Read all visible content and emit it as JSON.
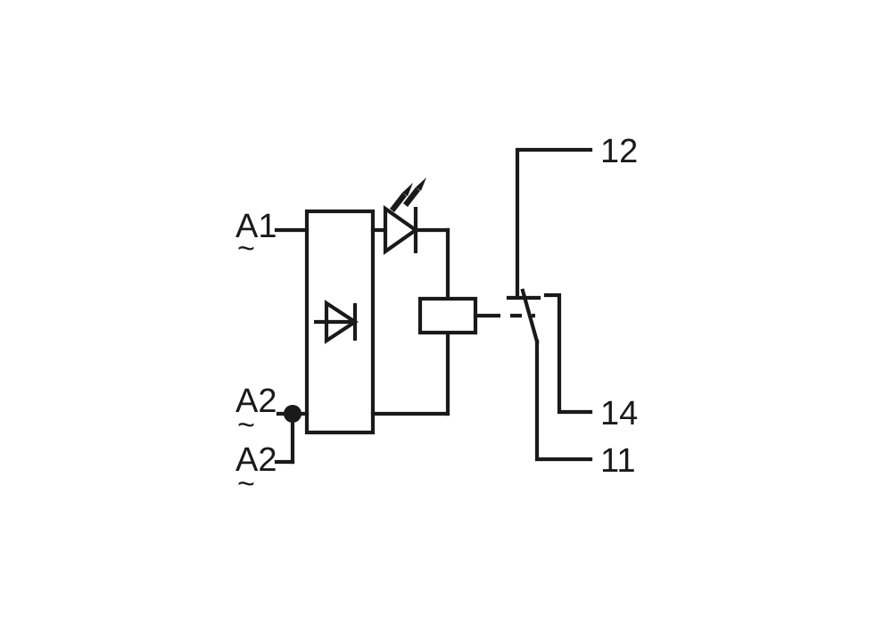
{
  "diagram": {
    "title": "Relay module schematic",
    "type": "electrical-schematic",
    "stroke_color": "#1a1a1a",
    "background_color": "#ffffff",
    "input_terminals": [
      {
        "id": "a1",
        "label": "A1",
        "ac_symbol": "~"
      },
      {
        "id": "a2_upper",
        "label": "A2",
        "ac_symbol": "~"
      },
      {
        "id": "a2_lower",
        "label": "A2",
        "ac_symbol": "~"
      }
    ],
    "output_terminals": [
      {
        "id": "t12",
        "label": "12"
      },
      {
        "id": "t14",
        "label": "14"
      },
      {
        "id": "t11",
        "label": "11"
      }
    ],
    "components": [
      {
        "id": "input-module",
        "name": "input-module-rectangle",
        "symbol": "rectangle"
      },
      {
        "id": "protection-diode",
        "name": "diode",
        "symbol": "diode"
      },
      {
        "id": "status-led",
        "name": "light-emitting-diode",
        "symbol": "led"
      },
      {
        "id": "relay-coil",
        "name": "relay-coil",
        "symbol": "rectangle"
      },
      {
        "id": "changeover-contact",
        "name": "changeover-switch-contact",
        "symbol": "spdt-switch"
      },
      {
        "id": "actuator-link",
        "name": "mechanical-actuation-link",
        "symbol": "dashed-line"
      },
      {
        "id": "a2-junction",
        "name": "junction-dot",
        "symbol": "filled-circle"
      }
    ]
  }
}
